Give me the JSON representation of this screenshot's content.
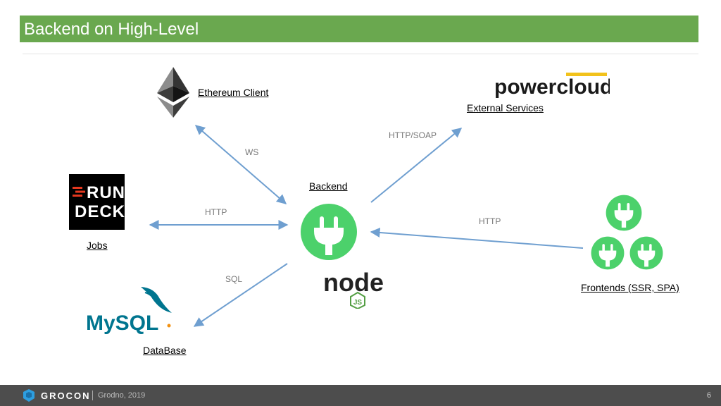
{
  "title": "Backend on High-Level",
  "nodes": {
    "ethereum": "Ethereum Client",
    "external": "External Services",
    "external_logo_text": "powercloud",
    "backend": "Backend",
    "jobs": "Jobs",
    "jobs_logo_line1": "RUN",
    "jobs_logo_line2": "DECK",
    "database": "DataBase",
    "database_logo_text": "MySQL",
    "frontends": "Frontends (SSR, SPA)",
    "node_logo_text": "node",
    "node_logo_badge": "JS"
  },
  "edges": {
    "ws": "WS",
    "http_soap": "HTTP/SOAP",
    "http_jobs": "HTTP",
    "http_frontends": "HTTP",
    "sql": "SQL"
  },
  "footer": {
    "brand": "GROCON",
    "subtitle": "Grodno, 2019",
    "page": "6"
  },
  "colors": {
    "title_bar": "#6aa84f",
    "plug_green": "#4cd16b",
    "arrow": "#6f9fd0",
    "footer_bg": "#4d4d4d",
    "mysql_blue": "#00758f",
    "mysql_orange": "#f29111"
  }
}
